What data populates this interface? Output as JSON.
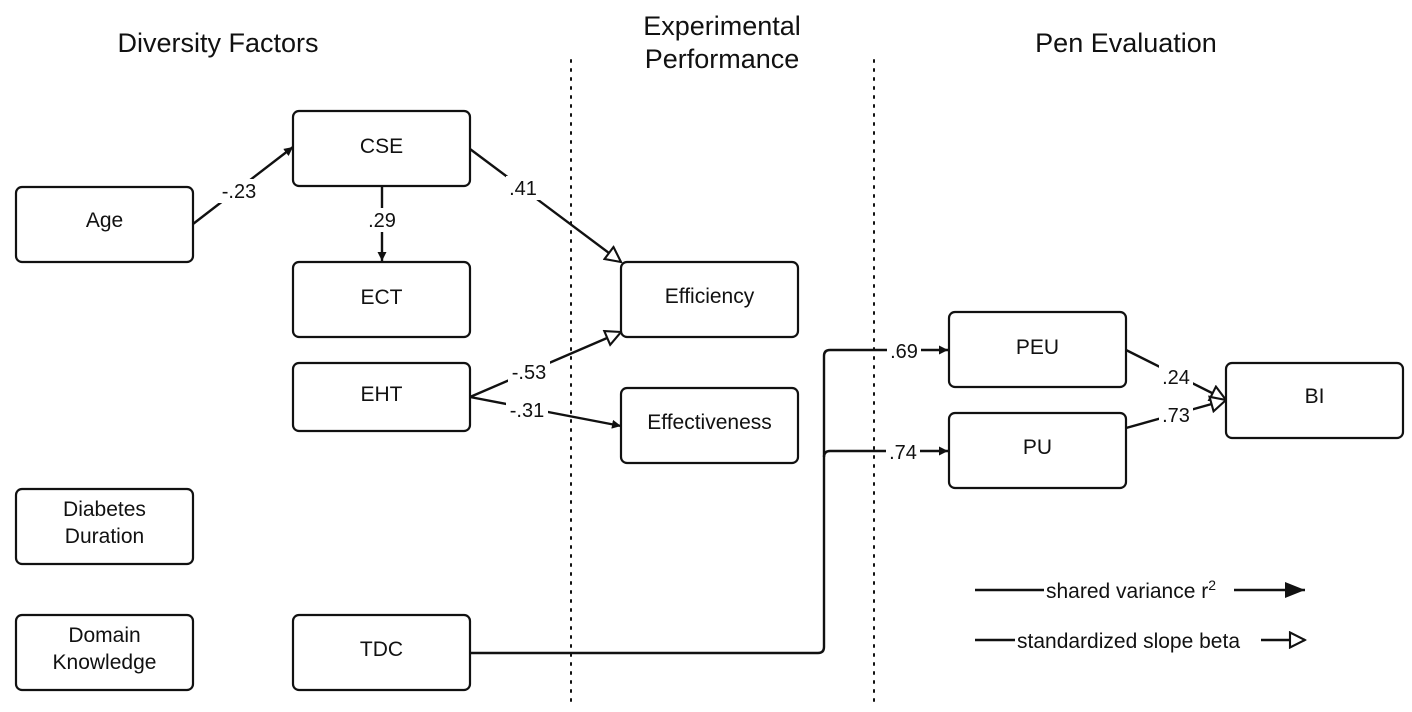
{
  "headers": {
    "diversity": "Diversity Factors",
    "experimental_line1": "Experimental",
    "experimental_line2": "Performance",
    "pen": "Pen Evaluation"
  },
  "nodes": {
    "age": "Age",
    "cse": "CSE",
    "ect": "ECT",
    "eht": "EHT",
    "diabetes_line1": "Diabetes",
    "diabetes_line2": "Duration",
    "domain_line1": "Domain",
    "domain_line2": "Knowledge",
    "tdc": "TDC",
    "efficiency": "Efficiency",
    "effectiveness": "Effectiveness",
    "peu": "PEU",
    "pu": "PU",
    "bi": "BI"
  },
  "edges": {
    "age_cse": "-.23",
    "cse_ect": ".29",
    "cse_efficiency": ".41",
    "eht_efficiency": "-.53",
    "eht_effectiveness": "-.31",
    "tdc_peu": ".69",
    "tdc_pu": ".74",
    "peu_bi": ".24",
    "pu_bi": ".73"
  },
  "legend": {
    "shared_variance": "shared variance r",
    "shared_variance_sup": "2",
    "standardized_slope": "standardized slope beta"
  }
}
